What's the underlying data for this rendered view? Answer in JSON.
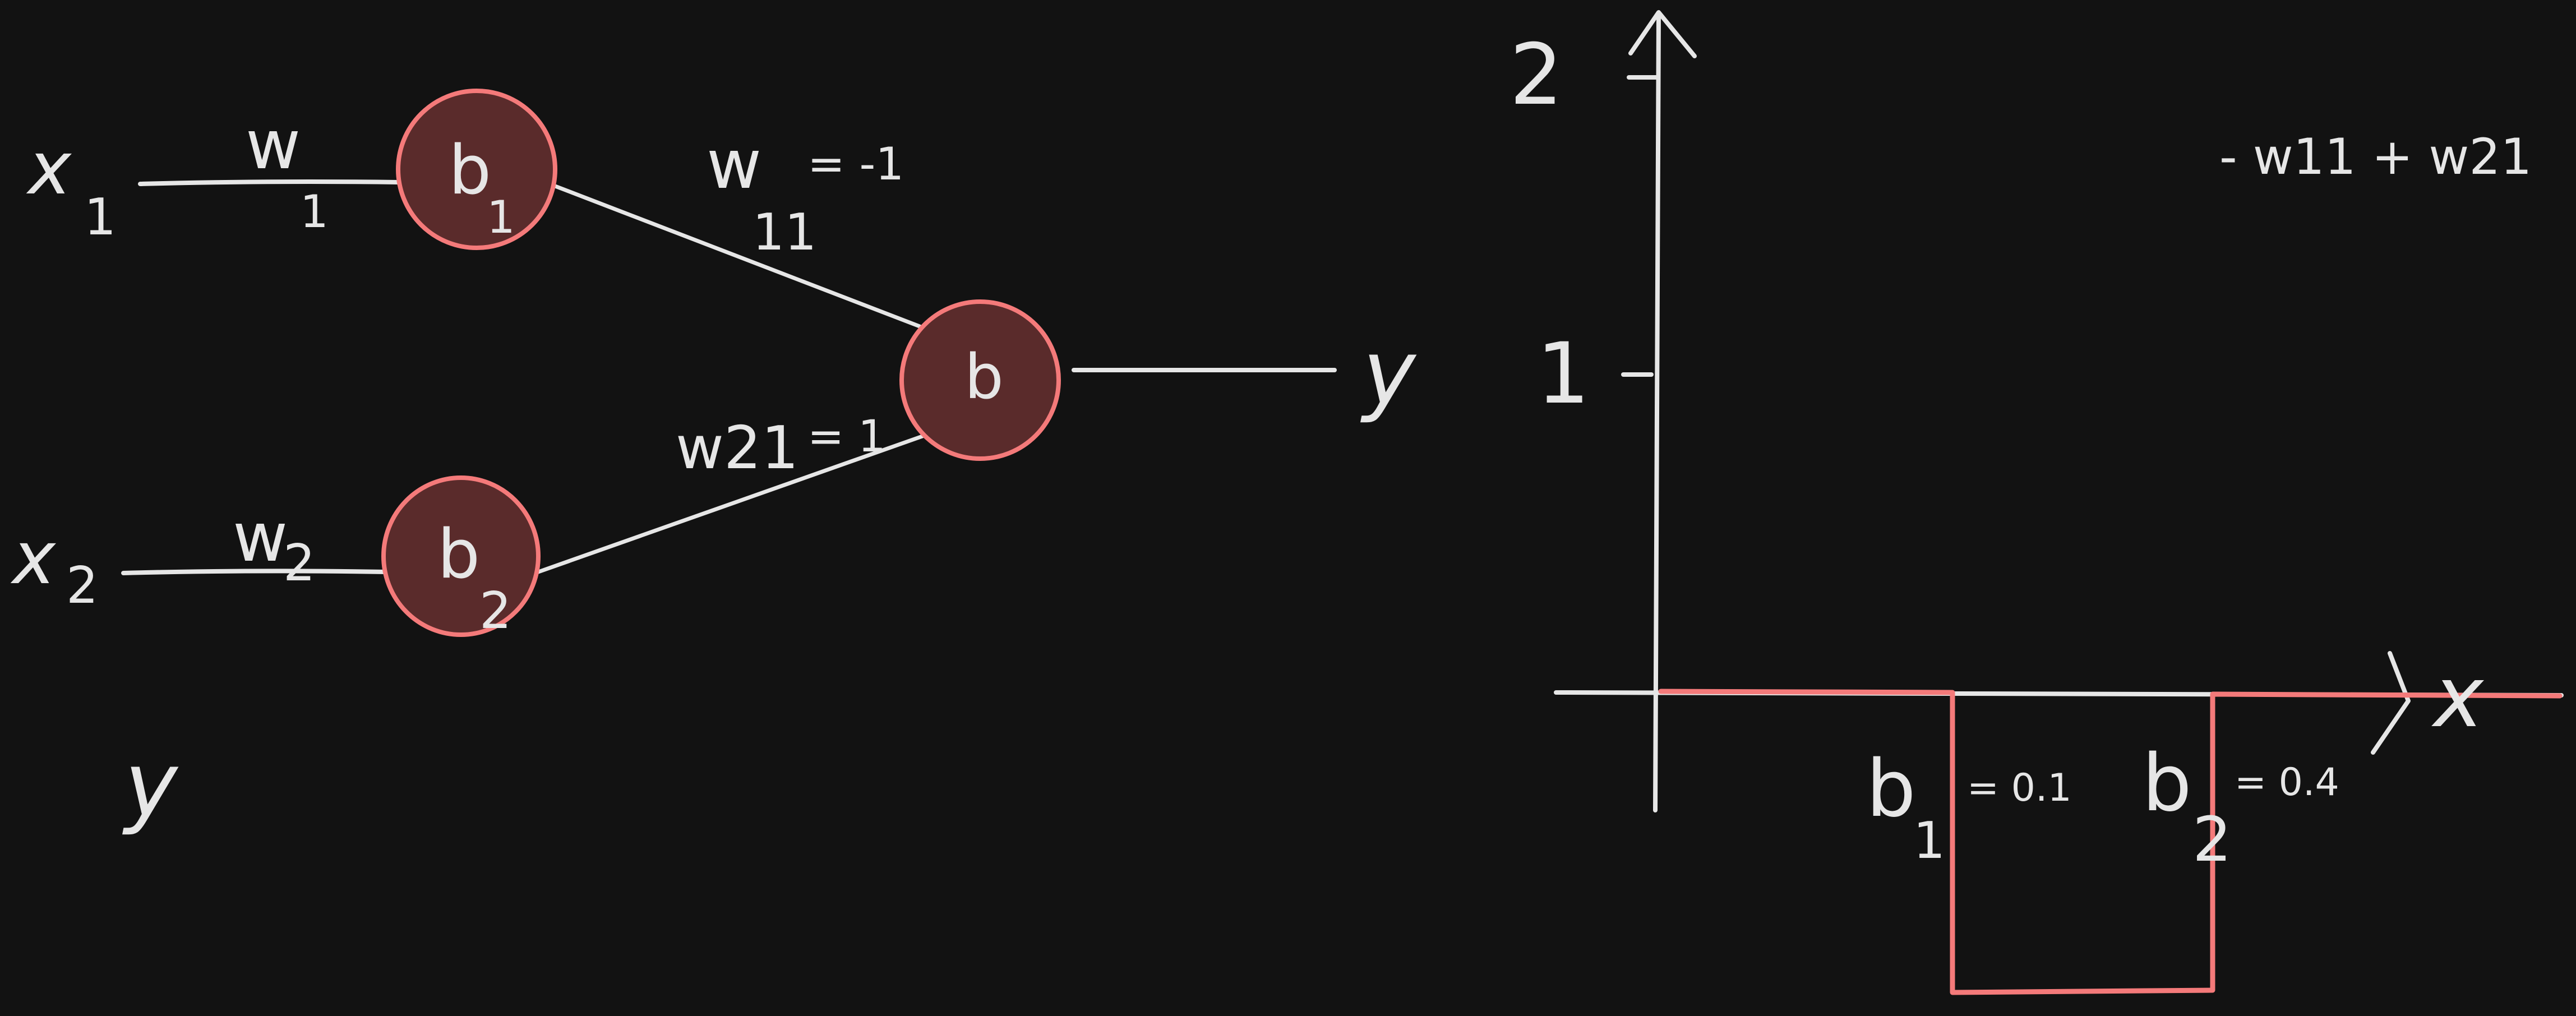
{
  "colors": {
    "background": "#121212",
    "ink": "#e6e6e6",
    "accent": "#f47a7a",
    "node_fill": "#5a2b2b"
  },
  "network": {
    "inputs": [
      {
        "main": "x",
        "sub": "1"
      },
      {
        "main": "x",
        "sub": "2"
      }
    ],
    "input_weights": [
      {
        "main": "w",
        "sub": "1"
      },
      {
        "main": "w",
        "sub": "2"
      }
    ],
    "hidden_nodes": [
      {
        "main": "b",
        "sub": "1"
      },
      {
        "main": "b",
        "sub": "2"
      }
    ],
    "output_node": {
      "main": "b"
    },
    "output_label": "y",
    "hidden_weights": {
      "w11": {
        "main": "w",
        "sub": "11",
        "value": "= -1"
      },
      "w21": {
        "main": "w21",
        "value": "= 1"
      }
    },
    "stray_label": "y"
  },
  "graph": {
    "y_tick_2": "2",
    "y_tick_1": "1",
    "x_axis_label": "x",
    "note": "- w11 + w21",
    "b1": {
      "main": "b",
      "sub": "1",
      "value": "= 0.1"
    },
    "b2": {
      "main": "b",
      "sub": "2",
      "value": "= 0.4"
    }
  }
}
